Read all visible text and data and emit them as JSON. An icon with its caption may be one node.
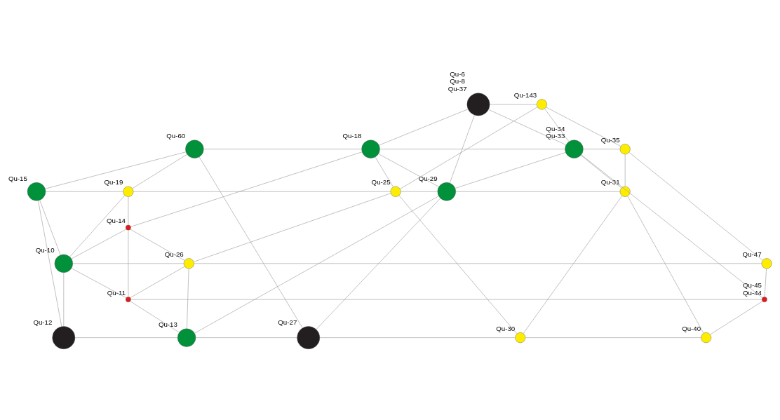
{
  "diagram": {
    "nodes": [
      {
        "text": [],
        "shape": "circle",
        "beside": [
          "Qu-6",
          "Qu-8",
          "Qu-37"
        ]
      },
      {
        "text": [],
        "shape": "circle",
        "beside": [
          "Qu-143"
        ]
      },
      {
        "text": [],
        "shape": "circle",
        "beside": [
          "Qu-60"
        ]
      },
      {
        "text": [],
        "shape": "circle",
        "beside": [
          "Qu-18"
        ]
      },
      {
        "text": [],
        "shape": "circle",
        "beside": [
          "Qu-34",
          "Qu-33"
        ]
      },
      {
        "text": [],
        "shape": "circle",
        "beside": [
          "Qu-35"
        ]
      },
      {
        "text": [],
        "shape": "circle",
        "beside": [
          "Qu-15"
        ]
      },
      {
        "text": [],
        "shape": "circle",
        "beside": [
          "Qu-19"
        ]
      },
      {
        "text": [],
        "shape": "circle",
        "beside": [
          "Qu-25"
        ]
      },
      {
        "text": [],
        "shape": "circle",
        "beside": [
          "Qu-29"
        ]
      },
      {
        "text": [],
        "shape": "circle",
        "beside": [
          "Qu-31"
        ]
      },
      {
        "text": [],
        "shape": "circle",
        "beside": [
          "Qu-14"
        ]
      },
      {
        "text": [],
        "shape": "circle",
        "beside": [
          "Qu-10"
        ]
      },
      {
        "text": [],
        "shape": "circle",
        "beside": [
          "Qu-26"
        ]
      },
      {
        "text": [],
        "shape": "circle",
        "beside": [
          "Qu-47"
        ]
      },
      {
        "text": [],
        "shape": "circle",
        "beside": [
          "Qu-11"
        ]
      },
      {
        "text": [],
        "shape": "circle",
        "beside": [
          "Qu-45",
          "Qu-44"
        ]
      },
      {
        "text": [],
        "shape": "circle",
        "beside": [
          "Qu-12"
        ]
      },
      {
        "text": [],
        "shape": "circle",
        "beside": [
          "Qu-13"
        ]
      },
      {
        "text": [],
        "shape": "circle",
        "beside": [
          "Qu-27"
        ]
      },
      {
        "text": [],
        "shape": "circle",
        "beside": [
          "Qu-30"
        ]
      },
      {
        "text": [],
        "shape": "circle",
        "beside": [
          "Qu-40"
        ]
      }
    ],
    "edges": [
      {
        "from": 0,
        "to": 1,
        "arrow": "none"
      },
      {
        "from": 0,
        "to": 4,
        "arrow": "none"
      },
      {
        "from": 0,
        "to": 9,
        "arrow": "none"
      },
      {
        "from": 0,
        "to": 3,
        "arrow": "none"
      },
      {
        "from": 1,
        "to": 4,
        "arrow": "none"
      },
      {
        "from": 1,
        "to": 5,
        "arrow": "none"
      },
      {
        "from": 1,
        "to": 8,
        "arrow": "none"
      },
      {
        "from": 2,
        "to": 3,
        "arrow": "none"
      },
      {
        "from": 3,
        "to": 4,
        "arrow": "none"
      },
      {
        "from": 4,
        "to": 5,
        "arrow": "none"
      },
      {
        "from": 2,
        "to": 6,
        "arrow": "none"
      },
      {
        "from": 2,
        "to": 7,
        "arrow": "none"
      },
      {
        "from": 2,
        "to": 19,
        "arrow": "none"
      },
      {
        "from": 3,
        "to": 8,
        "arrow": "none"
      },
      {
        "from": 3,
        "to": 9,
        "arrow": "none"
      },
      {
        "from": 3,
        "to": 11,
        "arrow": "none"
      },
      {
        "from": 4,
        "to": 9,
        "arrow": "none"
      },
      {
        "from": 4,
        "to": 10,
        "arrow": "none"
      },
      {
        "from": 4,
        "to": 16,
        "arrow": "none"
      },
      {
        "from": 5,
        "to": 10,
        "arrow": "none"
      },
      {
        "from": 5,
        "to": 14,
        "arrow": "none"
      },
      {
        "from": 6,
        "to": 7,
        "arrow": "none"
      },
      {
        "from": 7,
        "to": 8,
        "arrow": "none"
      },
      {
        "from": 8,
        "to": 9,
        "arrow": "none"
      },
      {
        "from": 9,
        "to": 10,
        "arrow": "none"
      },
      {
        "from": 6,
        "to": 12,
        "arrow": "none"
      },
      {
        "from": 6,
        "to": 17,
        "arrow": "none"
      },
      {
        "from": 7,
        "to": 12,
        "arrow": "none"
      },
      {
        "from": 7,
        "to": 11,
        "arrow": "none"
      },
      {
        "from": 8,
        "to": 13,
        "arrow": "none"
      },
      {
        "from": 8,
        "to": 20,
        "arrow": "none"
      },
      {
        "from": 9,
        "to": 19,
        "arrow": "none"
      },
      {
        "from": 9,
        "to": 18,
        "arrow": "none"
      },
      {
        "from": 10,
        "to": 20,
        "arrow": "none"
      },
      {
        "from": 10,
        "to": 21,
        "arrow": "none"
      },
      {
        "from": 11,
        "to": 12,
        "arrow": "none"
      },
      {
        "from": 11,
        "to": 13,
        "arrow": "none"
      },
      {
        "from": 11,
        "to": 15,
        "arrow": "none"
      },
      {
        "from": 12,
        "to": 13,
        "arrow": "none"
      },
      {
        "from": 13,
        "to": 14,
        "arrow": "none"
      },
      {
        "from": 12,
        "to": 17,
        "arrow": "none"
      },
      {
        "from": 12,
        "to": 15,
        "arrow": "none"
      },
      {
        "from": 13,
        "to": 15,
        "arrow": "none"
      },
      {
        "from": 13,
        "to": 18,
        "arrow": "none"
      },
      {
        "from": 14,
        "to": 16,
        "arrow": "none"
      },
      {
        "from": 15,
        "to": 16,
        "arrow": "none"
      },
      {
        "from": 15,
        "to": 18,
        "arrow": "none"
      },
      {
        "from": 16,
        "to": 21,
        "arrow": "none"
      },
      {
        "from": 17,
        "to": 18,
        "arrow": "none"
      },
      {
        "from": 18,
        "to": 19,
        "arrow": "none"
      },
      {
        "from": 19,
        "to": 20,
        "arrow": "none"
      },
      {
        "from": 20,
        "to": 21,
        "arrow": "none"
      }
    ]
  }
}
